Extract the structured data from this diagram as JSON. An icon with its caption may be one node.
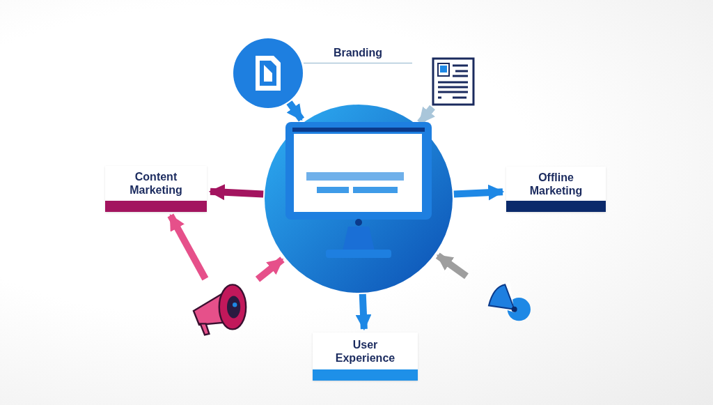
{
  "diagram": {
    "nodes": [
      {
        "text": [
          "Branding"
        ]
      },
      {
        "text": [
          "Content Marketing"
        ]
      },
      {
        "text": [
          "Offline Marketing"
        ]
      },
      {
        "text": [
          "User Experience"
        ]
      },
      {
        "text": [],
        "shape": "picture"
      },
      {
        "text": [],
        "shape": "picture"
      },
      {
        "text": [],
        "shape": "picture"
      },
      {
        "text": [],
        "shape": "picture"
      },
      {
        "text": [],
        "shape": "picture"
      }
    ],
    "edges": [
      {
        "from": 4,
        "to": 1,
        "arrow": "to",
        "color": "#a3145f"
      },
      {
        "from": 4,
        "to": 2,
        "arrow": "to"
      },
      {
        "from": 4,
        "to": 3,
        "arrow": "to"
      },
      {
        "from": 5,
        "to": 4,
        "arrow": "to"
      },
      {
        "from": 6,
        "to": 4,
        "arrow": "to",
        "color": "#a9c6da"
      },
      {
        "from": 7,
        "to": 1,
        "arrow": "to",
        "color": "#e6508a"
      },
      {
        "from": 7,
        "to": 4,
        "arrow": "to",
        "color": "#e6508a"
      },
      {
        "from": 8,
        "to": 4,
        "arrow": "to",
        "color": "#9e9e9e"
      }
    ]
  }
}
